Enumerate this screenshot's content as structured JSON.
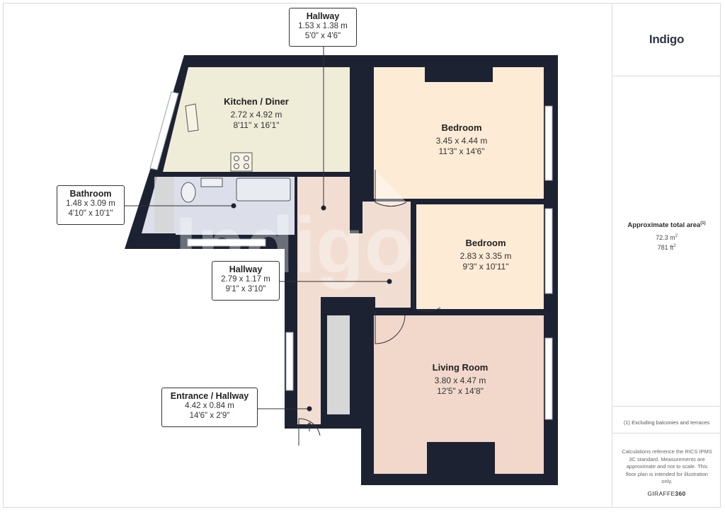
{
  "brand": {
    "name": "Indigo",
    "watermark": "Indigo"
  },
  "area": {
    "title": "Approximate total area",
    "title_marker": "(1)",
    "metric_value": "72.3 m",
    "metric_sup": "2",
    "imperial_value": "781 ft",
    "imperial_sup": "2"
  },
  "footnote": "(1) Excluding balconies and terraces",
  "calc_note": "Calculations reference the RICS IPMS 3C standard. Measurements are approximate and not to scale. This floor plan is intended for illustration only.",
  "credit": {
    "prefix": "GIRAFFE",
    "suffix": "360"
  },
  "rooms": {
    "kitchen": {
      "name": "Kitchen / Diner",
      "metric": "2.72 x 4.92 m",
      "imperial": "8'11\" x 16'1\""
    },
    "bedroom1": {
      "name": "Bedroom",
      "metric": "3.45 x 4.44 m",
      "imperial": "11'3\" x 14'6\""
    },
    "bedroom2": {
      "name": "Bedroom",
      "metric": "2.83 x 3.35 m",
      "imperial": "9'3\" x 10'11\""
    },
    "living": {
      "name": "Living Room",
      "metric": "3.80 x 4.47 m",
      "imperial": "12'5\" x 14'8\""
    }
  },
  "callouts": {
    "hallway_top": {
      "name": "Hallway",
      "metric": "1.53 x 1.38 m",
      "imperial": "5'0\" x 4'6\""
    },
    "bathroom": {
      "name": "Bathroom",
      "metric": "1.48 x 3.09 m",
      "imperial": "4'10\" x 10'1\""
    },
    "hallway_mid": {
      "name": "Hallway",
      "metric": "2.79 x 1.17 m",
      "imperial": "9'1\" x 3'10\""
    },
    "entrance": {
      "name": "Entrance / Hallway",
      "metric": "4.42 x 0.84 m",
      "imperial": "14'6\" x 2'9\""
    }
  },
  "colors": {
    "wall": "#1d2233",
    "kitchen_fill": "#efecd8",
    "bedroom_fill": "#fdebd6",
    "hall_fill": "#f2ddd2",
    "bath_fill": "#dcdfea",
    "living_fill": "#f1d8cb"
  }
}
